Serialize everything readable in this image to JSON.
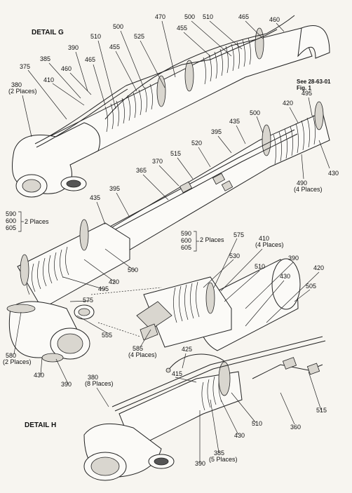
{
  "details": {
    "g": "DETAIL G",
    "h": "DETAIL H"
  },
  "reference": {
    "line1": "See 28-63-01",
    "line2": "Fig. 1"
  },
  "callouts": {
    "c380_g": "380",
    "c380_g_sub": "(2 Places)",
    "c375": "375",
    "c385_g": "385",
    "c410_g": "410",
    "c390_g": "390",
    "c460_g": "460",
    "c465_g": "465",
    "c510_g": "510",
    "c455_g": "455",
    "c500_g1": "500",
    "c525": "525",
    "c470": "470",
    "c500_g2": "500",
    "c510_g2": "510",
    "c465_g2": "465",
    "c460_g2": "460",
    "c455_g2": "455",
    "c495_g": "495",
    "c420_g": "420",
    "c500_g3": "500",
    "c435_g": "435",
    "c395_g": "395",
    "c520": "520",
    "c515_g": "515",
    "c370": "370",
    "c365": "365",
    "c395_g2": "395",
    "c435_g2": "435",
    "c430_g": "430",
    "c490": "490",
    "c490_sub": "(4 Places)",
    "c590_l": "590",
    "c600_l": "600",
    "c605_l": "605",
    "places2_l": "2 Places",
    "c500_h": "500",
    "c495_h": "495",
    "c420_h": "420",
    "c575_l": "575",
    "c555": "555",
    "c580": "580",
    "c580_sub": "(2 Places)",
    "c430_h": "430",
    "c390_h": "390",
    "c590_r": "590",
    "c600_r": "600",
    "c605_r": "605",
    "places2_r": "2 Places",
    "c575_r": "575",
    "c410_h": "410",
    "c410_h_sub": "(4 Places)",
    "c530": "530",
    "c510_h": "510",
    "c390_h2": "390",
    "c420_h2": "420",
    "c430_h2": "430",
    "c505": "505",
    "c585": "585",
    "c585_sub": "(4 Places)",
    "c425": "425",
    "c415": "415",
    "c380_h": "380",
    "c380_h_sub": "(8 Places)",
    "c515_h": "515",
    "c360": "360",
    "c510_h2": "510",
    "c430_h3": "430",
    "c385_h": "385",
    "c385_h_sub": "(5 Places)",
    "c390_h3": "390"
  }
}
